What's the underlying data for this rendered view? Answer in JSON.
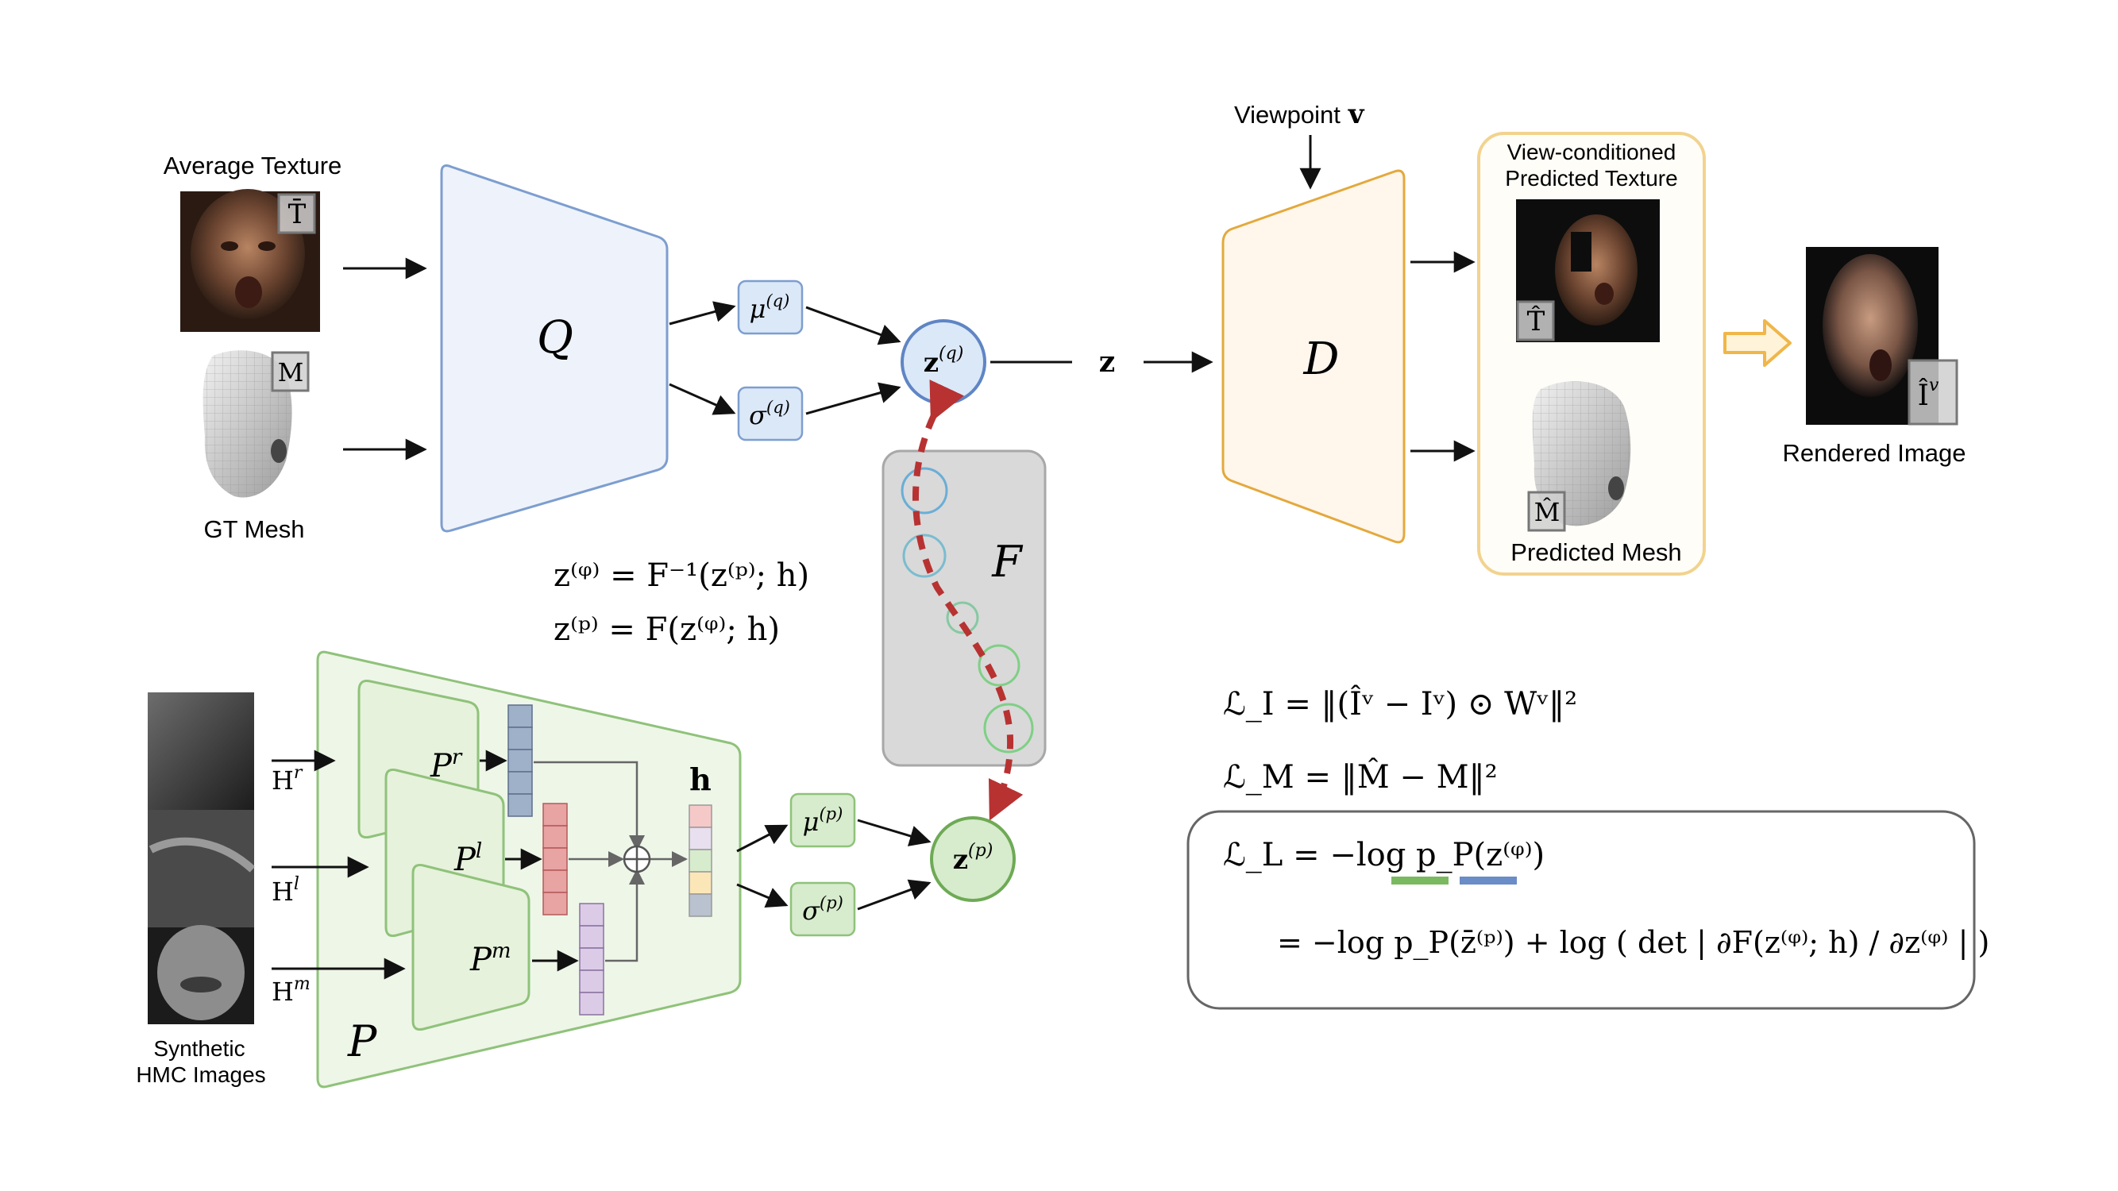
{
  "labels": {
    "average_texture": "Average Texture",
    "gt_mesh": "GT Mesh",
    "viewpoint": "Viewpoint",
    "viewpoint_symbol": "v",
    "view_conditioned_line1": "View-conditioned",
    "view_conditioned_line2": "Predicted Texture",
    "predicted_mesh": "Predicted Mesh",
    "rendered_image": "Rendered Image",
    "synthetic_line1": "Synthetic",
    "synthetic_line2": "HMC Images"
  },
  "symbols": {
    "T_bar": "T̄",
    "M": "M",
    "T_hat": "T̂",
    "M_hat": "M̂",
    "I_hat": "Î",
    "I_hat_sup": "v",
    "Q": "Q",
    "D": "D",
    "F": "F",
    "P": "P",
    "P_r": "P",
    "P_r_sup": "r",
    "P_l": "P",
    "P_l_sup": "l",
    "P_m": "P",
    "P_m_sup": "m",
    "H_r": "H",
    "H_r_sup": "r",
    "H_l": "H",
    "H_l_sup": "l",
    "H_m": "H",
    "H_m_sup": "m",
    "h": "h",
    "z": "z",
    "z_q": "z",
    "z_q_sup": "(q)",
    "z_p": "z",
    "z_p_sup": "(p)",
    "mu_q": "μ",
    "mu_q_sup": "(q)",
    "sigma_q": "σ",
    "sigma_q_sup": "(q)",
    "mu_p": "μ",
    "mu_p_sup": "(p)",
    "sigma_p": "σ",
    "sigma_p_sup": "(p)"
  },
  "equations": {
    "flow_inverse": "z⁽ᵠ⁾ = F⁻¹(z⁽ᵖ⁾; h)",
    "flow_forward": "z⁽ᵖ⁾ = F(z⁽ᵠ⁾; h)",
    "loss_I": "ℒ_I = ‖(Îᵛ − Iᵛ) ⊙ Wᵛ‖²",
    "loss_M": "ℒ_M = ‖M̂ − M‖²",
    "loss_L_line1": "ℒ_L = −log p_P(z⁽ᵠ⁾)",
    "loss_L_line2": "= −log p_P(z̄⁽ᵖ⁾) + log ( det | ∂F(z⁽ᵠ⁾; h) / ∂z⁽ᵠ⁾ | )"
  },
  "colors": {
    "encoder_q_fill": "#eef3fb",
    "encoder_q_stroke": "#7d9ecf",
    "decoder_fill": "#fff6ec",
    "decoder_stroke": "#e3a93c",
    "prior_fill": "#eef6e8",
    "prior_stroke": "#8fc27a",
    "flow_box": "#d9d9d9",
    "flow_arrow": "#b83232",
    "render_arrow": "#f0b64a",
    "latent_q": "#dbe8f8",
    "latent_p": "#d7ebcd"
  }
}
